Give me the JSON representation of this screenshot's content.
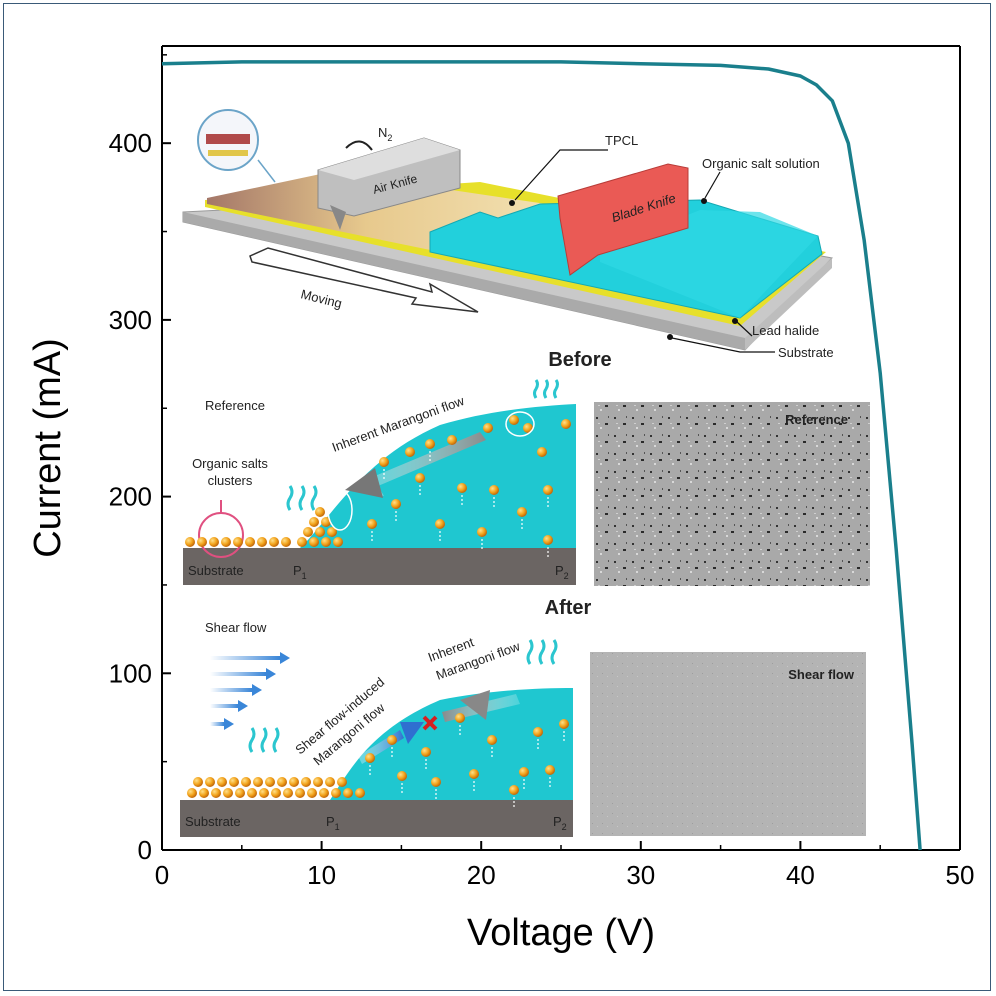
{
  "chart_data": {
    "type": "line",
    "title": "",
    "xlabel": "Voltage (V)",
    "ylabel": "Current (mA)",
    "xlim": [
      0,
      50
    ],
    "ylim": [
      0,
      455
    ],
    "xticks": [
      0,
      10,
      20,
      30,
      40,
      50
    ],
    "yticks": [
      0,
      100,
      200,
      300,
      400
    ],
    "grid": false,
    "line_color": "#1a7f8c",
    "series": [
      {
        "x": [
          0,
          5,
          10,
          15,
          20,
          25,
          30,
          35,
          38,
          40,
          41,
          42,
          43,
          44,
          45,
          46,
          47,
          47.5
        ],
        "y": [
          445,
          446,
          446,
          446,
          446,
          446,
          445,
          444,
          442,
          438,
          433,
          424,
          400,
          345,
          270,
          170,
          60,
          0
        ]
      }
    ]
  },
  "inset": {
    "top_diagram": {
      "air_knife": "Air Knife",
      "n2": "N",
      "n2_sub": "2",
      "tpcl": "TPCL",
      "blade_knife": "Blade Knife",
      "organic_salt_solution": "Organic salt solution",
      "moving": "Moving",
      "lead_halide": "Lead halide",
      "substrate": "Substrate"
    },
    "before": {
      "heading": "Before",
      "reference": "Reference",
      "marangoni": "Inherent Marangoni flow",
      "clusters_line1": "Organic salts",
      "clusters_line2": "clusters",
      "substrate": "Substrate",
      "p1": "P",
      "p1_sub": "1",
      "p2": "P",
      "p2_sub": "2",
      "sem_label": "Reference"
    },
    "after": {
      "heading": "After",
      "shear_flow": "Shear flow",
      "inherent_line1": "Inherent",
      "inherent_line2": "Marangoni flow",
      "induced_line1": "Shear flow-induced",
      "induced_line2": "Marangoni flow",
      "substrate": "Substrate",
      "p1": "P",
      "p1_sub": "1",
      "p2": "P",
      "p2_sub": "2",
      "sem_label": "Shear flow"
    }
  }
}
